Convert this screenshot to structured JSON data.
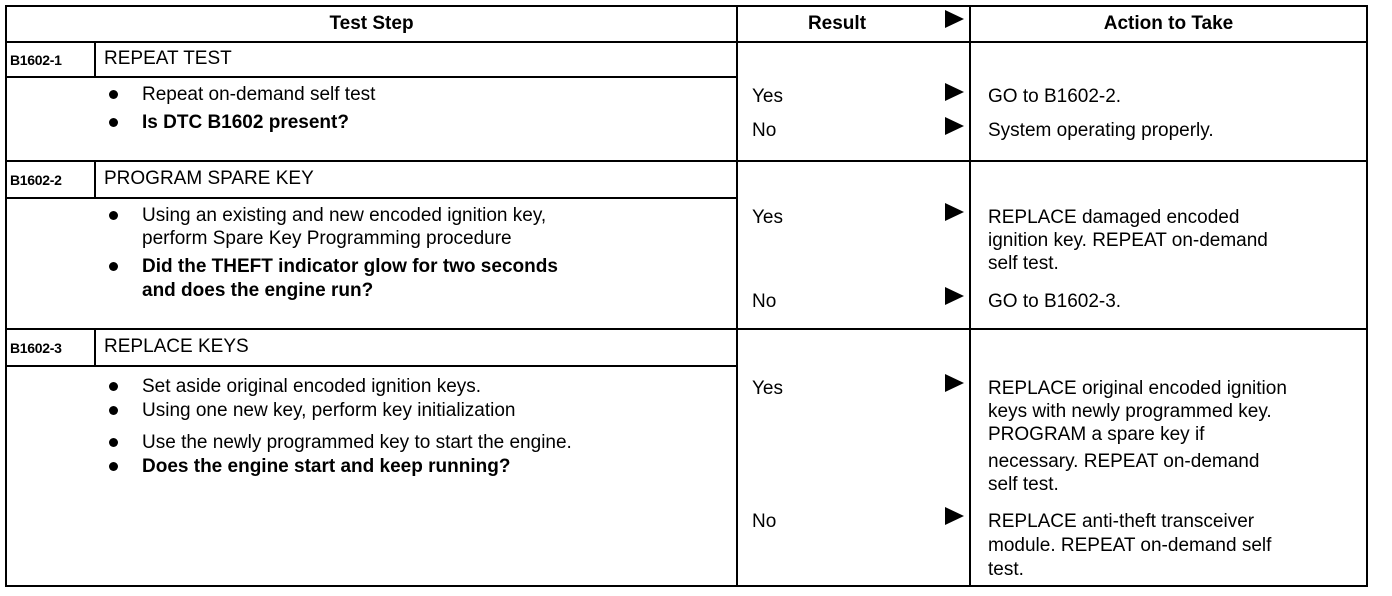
{
  "header": {
    "test_step": "Test Step",
    "result": "Result",
    "action": "Action to Take",
    "arrow_icon": "right-triangle-arrow-icon"
  },
  "steps": [
    {
      "code": "B1602-1",
      "title": "REPEAT TEST",
      "bullets": [
        {
          "text": "Repeat on-demand self test",
          "bold": false
        },
        {
          "text": "Is DTC B1602 present?",
          "bold": true
        }
      ],
      "results": [
        {
          "result": "Yes",
          "action_lines": [
            "GO to B1602-2."
          ]
        },
        {
          "result": "No",
          "action_lines": [
            "System operating properly."
          ]
        }
      ]
    },
    {
      "code": "B1602-2",
      "title": "PROGRAM SPARE KEY",
      "bullets": [
        {
          "lines": [
            "Using an existing and new encoded ignition key,",
            "perform Spare Key Programming procedure"
          ],
          "bold": false
        },
        {
          "lines": [
            "Did the THEFT indicator glow for two seconds",
            "and does the engine run?"
          ],
          "bold": true
        }
      ],
      "results": [
        {
          "result": "Yes",
          "action_lines": [
            "REPLACE damaged encoded",
            "ignition key. REPEAT on-demand",
            "self test."
          ]
        },
        {
          "result": "No",
          "action_lines": [
            "GO to B1602-3."
          ]
        }
      ]
    },
    {
      "code": "B1602-3",
      "title": "REPLACE KEYS",
      "bullets": [
        {
          "text": "Set aside original encoded ignition keys.",
          "bold": false
        },
        {
          "text": "Using one new key, perform key initialization",
          "bold": false
        },
        {
          "text": "Use the newly programmed key to start the engine.",
          "bold": false
        },
        {
          "text": "Does the engine start and keep running?",
          "bold": true
        }
      ],
      "results": [
        {
          "result": "Yes",
          "action_lines": [
            "REPLACE original encoded ignition",
            "keys with newly programmed key.",
            "PROGRAM a spare key if",
            "necessary. REPEAT on-demand",
            "self test."
          ]
        },
        {
          "result": "No",
          "action_lines": [
            "REPLACE anti-theft transceiver",
            "module. REPEAT on-demand self",
            "test."
          ]
        }
      ]
    }
  ]
}
